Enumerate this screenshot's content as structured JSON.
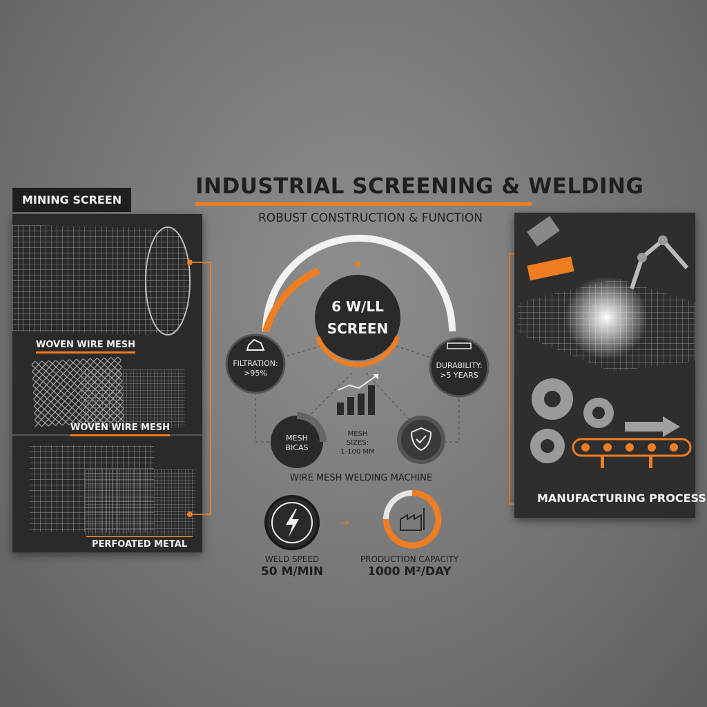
{
  "title": "INDUSTRIAL SCREENING & WELDING",
  "subtitle": "ROBUST CONSTRUCTION & FUNCTION",
  "left_panel": {
    "tag": "MINING SCREEN",
    "captions": [
      "WOVEN WIRE MESH",
      "WOVEN WIRE MESH",
      "PERFOATED METAL"
    ]
  },
  "hub": {
    "line1": "6 W/LL",
    "line2": "SCREEN"
  },
  "metrics": {
    "filtration": {
      "line1": "FILTRATION:",
      "line2": ">95%"
    },
    "durability": {
      "line1": "DURABILITY:",
      "line2": ">5 YEARS"
    },
    "mesh": {
      "line1": "MESH",
      "line2": "BICAS"
    },
    "mesh_sizes": {
      "line1": "MESH",
      "line2": "SIZES:",
      "line3": "1-100 MM"
    }
  },
  "machine_label": "WIRE MESH WELDING MACHINE",
  "weld_speed": {
    "label": "WELD SPEED",
    "value": "50 M/MIN"
  },
  "production": {
    "label": "PRODUCTION CAPACITY",
    "value": "1000 M²/DAY"
  },
  "right_panel": {
    "caption": "MANUFACTURING PROCESS"
  },
  "colors": {
    "accent": "#ef7d22",
    "dark": "#1f1f1f",
    "panel": "#2a2a2a"
  },
  "icons": [
    "rock-icon",
    "ruler-icon",
    "bar-chart-icon",
    "shield-check-icon",
    "lightning-icon",
    "factory-icon",
    "gear-icon",
    "arrow-icon",
    "welding-torch-icon",
    "robot-arm-icon"
  ]
}
